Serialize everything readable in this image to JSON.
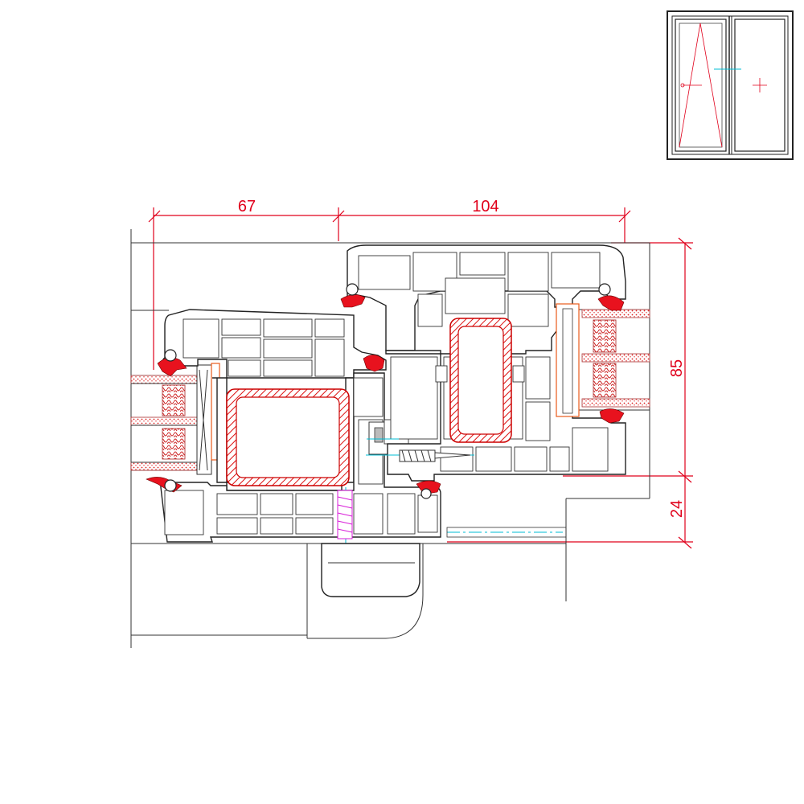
{
  "dimensions": {
    "sash_width": "67",
    "frame_width": "104",
    "frame_depth": "85",
    "bottom_offset": "24"
  },
  "colors": {
    "dimension_lines": "#e0001b",
    "gaskets": "#e8121e",
    "centerline": "#00bcd4",
    "screw": "#d81bd8",
    "profile_outline": "#222222",
    "reinforcement_hatch": "#cc0000"
  },
  "thumbnail": {
    "panes": 2,
    "left_pane": "tilt-turn",
    "right_pane": "fixed"
  }
}
